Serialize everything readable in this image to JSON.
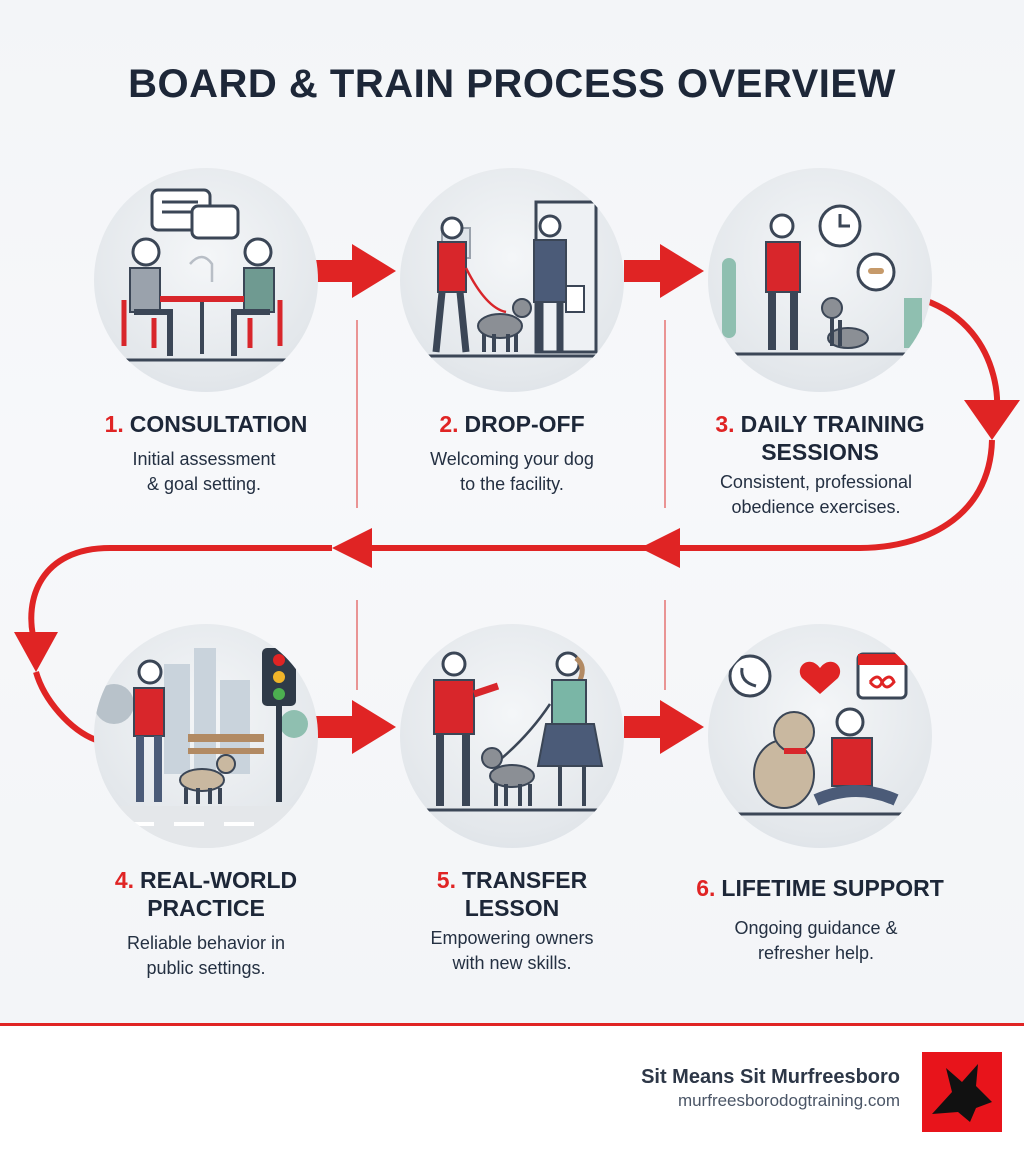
{
  "title": "BOARD & TRAIN PROCESS OVERVIEW",
  "colors": {
    "accent": "#e02424",
    "navy": "#1d2738",
    "person_shirt": "#d8262b",
    "dog": "#8b8f95"
  },
  "steps": [
    {
      "number": "1.",
      "heading_lines": [
        "CONSULTATION"
      ],
      "desc_lines": [
        "Initial assessment",
        "& goal setting."
      ],
      "icon": "consultation-scene"
    },
    {
      "number": "2.",
      "heading_lines": [
        "DROP-OFF"
      ],
      "desc_lines": [
        "Welcoming your dog",
        "to the facility."
      ],
      "icon": "drop-off-scene"
    },
    {
      "number": "3.",
      "heading_lines": [
        "DAILY TRAINING",
        "SESSIONS"
      ],
      "desc_lines": [
        "Consistent, professional",
        "obedience exercises."
      ],
      "icon": "training-scene"
    },
    {
      "number": "4.",
      "heading_lines": [
        "REAL-WORLD",
        "PRACTICE"
      ],
      "desc_lines": [
        "Reliable behavior in",
        "public settings."
      ],
      "icon": "city-walk-scene"
    },
    {
      "number": "5.",
      "heading_lines": [
        "TRANSFER",
        "LESSON"
      ],
      "desc_lines": [
        "Empowering owners",
        "with new skills."
      ],
      "icon": "handover-scene"
    },
    {
      "number": "6.",
      "heading_lines": [
        "LIFETIME SUPPORT"
      ],
      "desc_lines": [
        "Ongoing guidance &",
        "refresher help."
      ],
      "icon": "support-scene"
    }
  ],
  "footer": {
    "brand_name": "Sit Means Sit Murfreesboro",
    "url": "murfreesborodogtraining.com",
    "logo_icon": "dog-head-logo"
  }
}
